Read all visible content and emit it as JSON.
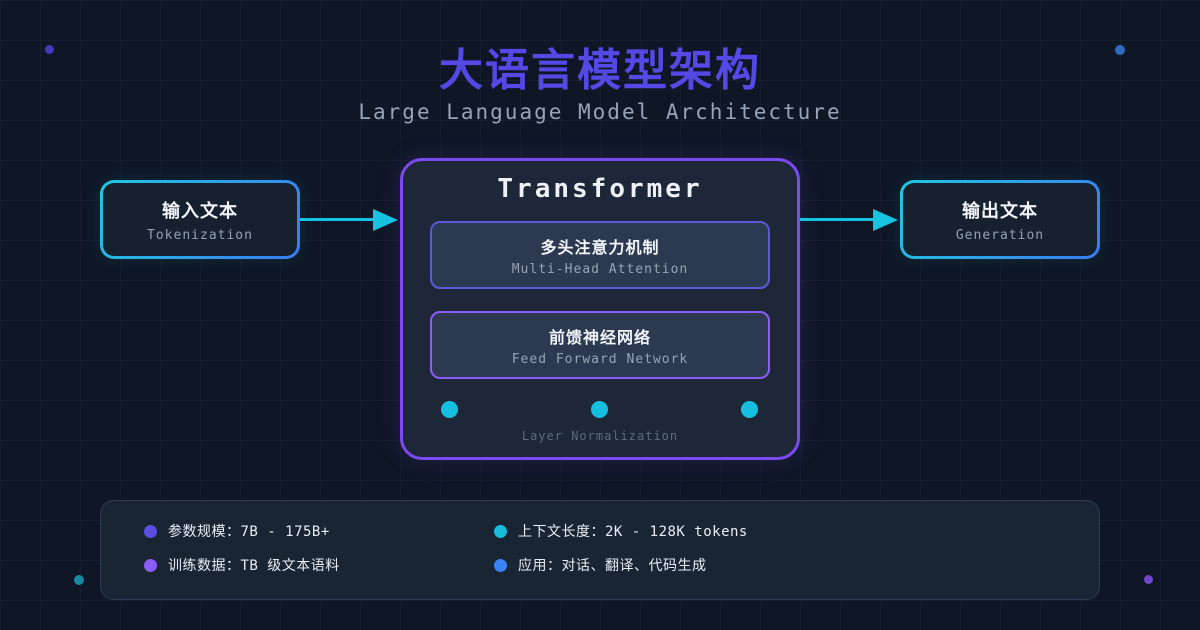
{
  "header": {
    "title": "大语言模型架构",
    "subtitle": "Large Language Model Architecture"
  },
  "flow": {
    "input_box": {
      "title": "输入文本",
      "subtitle": "Tokenization"
    },
    "output_box": {
      "title": "输出文本",
      "subtitle": "Generation"
    },
    "transformer": {
      "title": "Transformer",
      "blocks": [
        {
          "title": "多头注意力机制",
          "subtitle": "Multi-Head Attention",
          "border_color": "#5a5ad8"
        },
        {
          "title": "前馈神经网络",
          "subtitle": "Feed Forward Network",
          "border_color": "#8b5cf6"
        }
      ],
      "footnote": "Layer Normalization"
    }
  },
  "stats": {
    "items": [
      {
        "label": "参数规模：7B - 175B+",
        "color": "#5b4ee0"
      },
      {
        "label": "训练数据：TB 级文本语料",
        "color": "#8b5cf6"
      },
      {
        "label": "上下文长度：2K - 128K tokens",
        "color": "#18bcd8"
      },
      {
        "label": "应用：对话、翻译、代码生成",
        "color": "#3b82f6"
      }
    ]
  },
  "decor": {
    "dots": [
      {
        "color": "#4239be"
      },
      {
        "color": "#2f6cc0"
      },
      {
        "color": "#1b87a0"
      },
      {
        "color": "#6f46cc"
      }
    ]
  },
  "colors": {
    "background": "#0f1726",
    "title_accent": "#5549e6",
    "transformer_border": "#7c4af0",
    "io_border_gradient_start": "#1fc8e0",
    "io_border_gradient_end": "#3b7bf0",
    "arrow": "#17c3e0",
    "layer_dot": "#16bfe0"
  }
}
